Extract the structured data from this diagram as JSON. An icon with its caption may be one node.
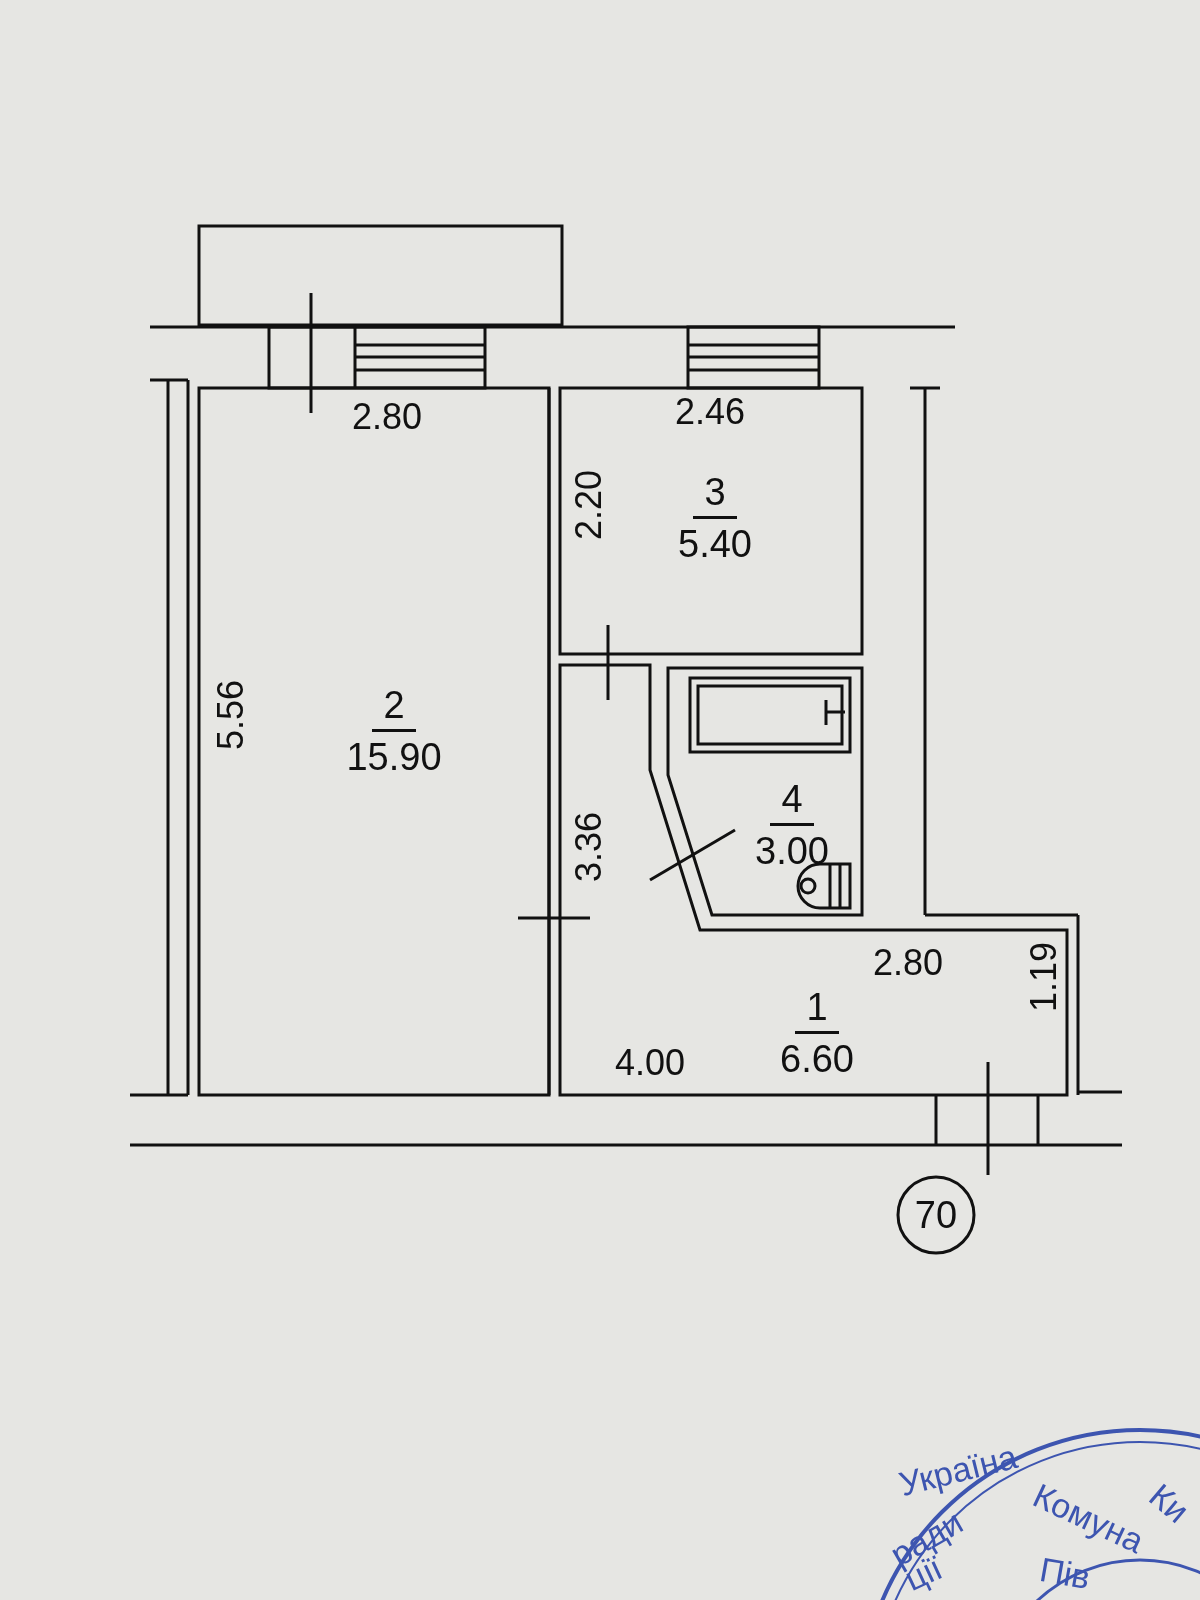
{
  "diagram": {
    "nodes": [
      {
        "text": [
          "2",
          "15.90"
        ]
      },
      {
        "text": [
          "3",
          "5.40"
        ]
      },
      {
        "text": [
          "4",
          "3.00"
        ]
      },
      {
        "text": [
          "1",
          "6.60"
        ]
      },
      {
        "text": [
          "70"
        ]
      }
    ],
    "edges": [],
    "labels": [
      "2.80",
      "2.46",
      "2.20",
      "5.56",
      "3.36",
      "2.80",
      "1.19",
      "4.00",
      "Україна",
      "Ки",
      "ради",
      "Комуна",
      "ції",
      "Пів"
    ]
  }
}
